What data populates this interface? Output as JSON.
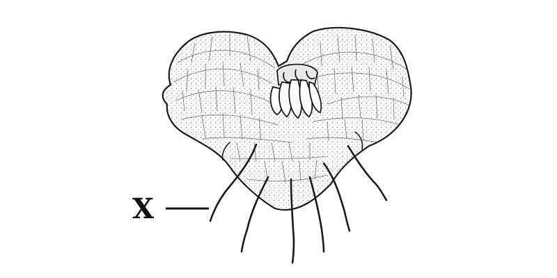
{
  "diagram": {
    "labels": [
      {
        "id": "x",
        "text": "X",
        "target": "rhizoid"
      }
    ],
    "parts": [
      "thallus",
      "sex-organ-cluster",
      "rhizoid"
    ],
    "colors": {
      "ink": "#1a1a1a",
      "paper": "#ffffff",
      "stipple": "#8a8a8a"
    }
  }
}
